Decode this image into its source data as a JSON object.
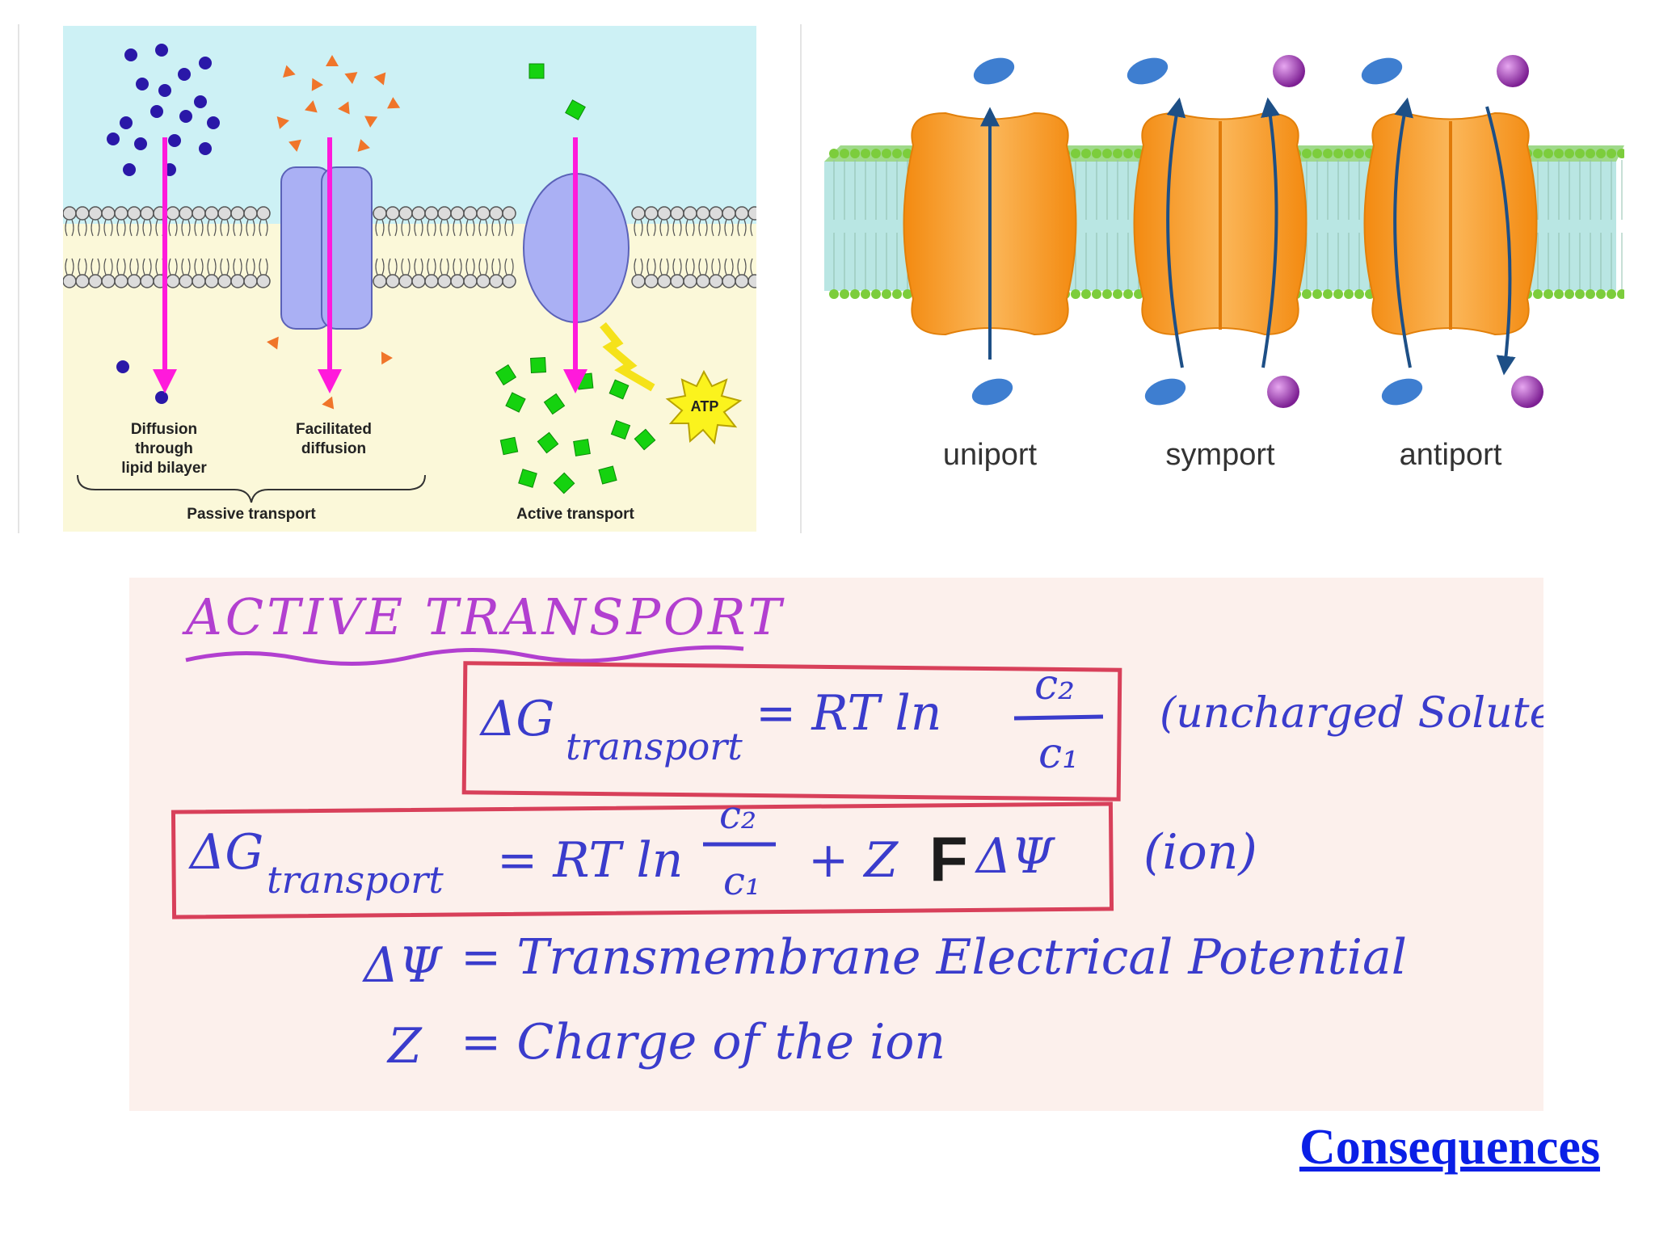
{
  "passive_panel": {
    "diffusion_label": [
      "Diffusion",
      "through",
      "lipid bilayer"
    ],
    "facilitated_label": [
      "Facilitated",
      "diffusion"
    ],
    "passive_transport": "Passive transport",
    "active_transport": "Active transport",
    "atp_label": "ATP",
    "colors": {
      "top": "#cdf1f5",
      "bottom": "#fbf8d9",
      "arrow": "#ff1adb",
      "channel": "#aab0f4",
      "small_dot": "#2a18a8",
      "triangle": "#f0752a",
      "square": "#15d20f",
      "atp": "#fbf31d"
    }
  },
  "carrier_panel": {
    "labels": [
      "uniport",
      "symport",
      "antiport"
    ],
    "colors": {
      "protein": "#f59a22",
      "lipid": "#7ccd3c",
      "membrane": "#b9e6e3",
      "solute_a": "#3e7ed0",
      "solute_b": "#9a2fb2",
      "arrow": "#1d4f86"
    }
  },
  "notes": {
    "title": "ACTIVE TRANSPORT",
    "eq1": {
      "lhs": "ΔG",
      "sub": "transport",
      "rhs": "= RT ln",
      "num": "c₂",
      "den": "c₁",
      "note": "(uncharged Solute)"
    },
    "eq2": {
      "lhs": "ΔG",
      "sub": "transport",
      "rhs": "= RT ln",
      "num": "c₂",
      "den": "c₁",
      "tail": "+ Z",
      "faraday": "F",
      "potential": "ΔΨ",
      "note": "(ion)"
    },
    "def1": {
      "symbol": "ΔΨ",
      "text": "= Transmembrane Electrical Potential"
    },
    "def2": {
      "symbol": "Z",
      "text": "= Charge of the ion"
    },
    "colors": {
      "title": "#b23fd0",
      "box": "#d8405a",
      "ink": "#3a3ccc"
    }
  },
  "link": {
    "label": "Consequences"
  }
}
